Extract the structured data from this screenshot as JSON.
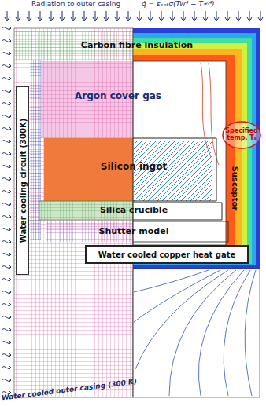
{
  "diagram": {
    "nodes": [
      {
        "text": [
          "Water cooling circuit (300K)"
        ]
      },
      {
        "text": [
          "Specified temp. Tₛ"
        ]
      },
      {
        "text": [
          "Water cooled copper heat gate"
        ]
      }
    ],
    "labels": [
      "Radiation to outer casing",
      "q̇ = εₑₓₜσ(Tw⁴ − T∞⁴)",
      "Carbon fibre insulation",
      "Argon cover gas",
      "Susceptor",
      "Silicon ingot",
      "Silica crucible",
      "Shutter model",
      "Water cooled outer casing (300 K)"
    ]
  }
}
